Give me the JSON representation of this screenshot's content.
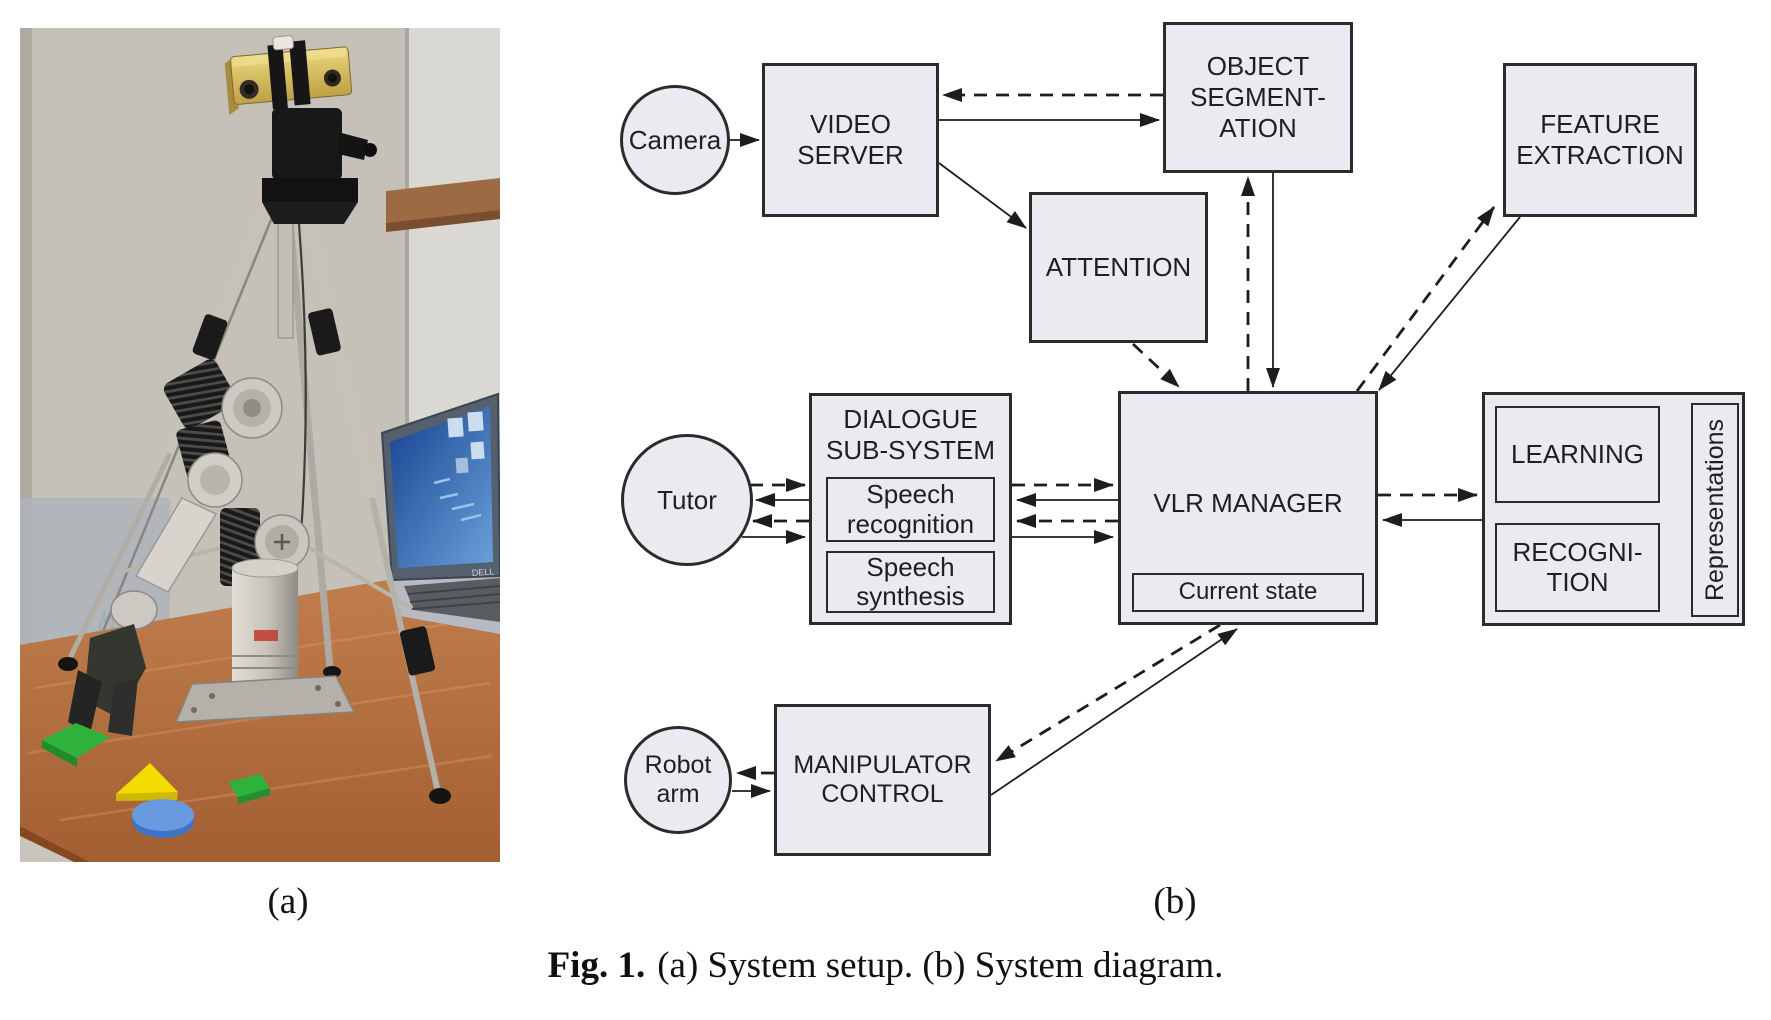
{
  "figure": {
    "panel_a_label": "(a)",
    "panel_b_label": "(b)",
    "caption_prefix": "Fig. 1.",
    "caption_text": "(a) System setup. (b) System diagram."
  },
  "photo": {
    "laptop_brand": "DELL"
  },
  "diagram": {
    "camera": {
      "label": "Camera"
    },
    "video_server": {
      "line1": "VIDEO",
      "line2": "SERVER"
    },
    "object_segmentation": {
      "line1": "OBJECT",
      "line2": "SEGMENT-",
      "line3": "ATION"
    },
    "feature_extraction": {
      "line1": "FEATURE",
      "line2": "EXTRACTION"
    },
    "attention": {
      "label": "ATTENTION"
    },
    "tutor": {
      "label": "Tutor"
    },
    "dialogue_subsystem": {
      "title_line1": "DIALOGUE",
      "title_line2": "SUB-SYSTEM",
      "speech_recognition_line1": "Speech",
      "speech_recognition_line2": "recognition",
      "speech_synthesis_line1": "Speech",
      "speech_synthesis_line2": "synthesis"
    },
    "vlr_manager": {
      "label": "VLR MANAGER",
      "current_state": "Current state"
    },
    "learning": {
      "label": "LEARNING"
    },
    "recognition": {
      "line1": "RECOGNI-",
      "line2": "TION"
    },
    "representations": {
      "label": "Representations"
    },
    "manipulator_control": {
      "line1": "MANIPULATOR",
      "line2": "CONTROL"
    },
    "robot_arm": {
      "line1": "Robot",
      "line2": "arm"
    }
  },
  "colors": {
    "node_fill": "#e9ebf1",
    "node_border": "#2b2b2b",
    "arrow": "#1d1d1d",
    "table_wood": "#b5764a",
    "shape_green": "#2fb23c",
    "shape_yellow": "#f4dc00",
    "shape_blue": "#5a8fd8",
    "camera_body_yellow": "#d9bd62",
    "laptop_screen_blue": "#2e63b4"
  }
}
